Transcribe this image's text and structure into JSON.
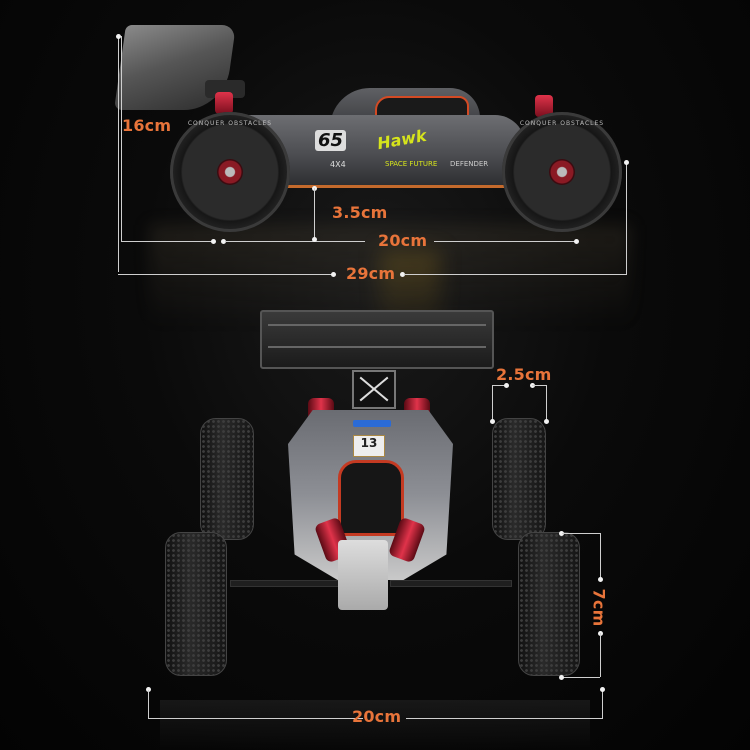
{
  "product": {
    "side_view": {
      "decals": {
        "number": "65",
        "script_logo": "Hawk",
        "tag_4x4": "4X4",
        "tag_future": "SPACE FUTURE",
        "tag_defender": "DEFENDER"
      },
      "tire_text": "CONQUER OBSTACLES"
    },
    "front_view": {
      "badge": "13"
    }
  },
  "dimensions": {
    "height": "16cm",
    "ground_clearance": "3.5cm",
    "wheelbase": "20cm",
    "length": "29cm",
    "tire_width": "2.5cm",
    "tire_diameter": "7cm",
    "track_width": "20cm"
  },
  "colors": {
    "label": "#e8743a",
    "line": "#cfcfcf",
    "background": "#050505"
  }
}
